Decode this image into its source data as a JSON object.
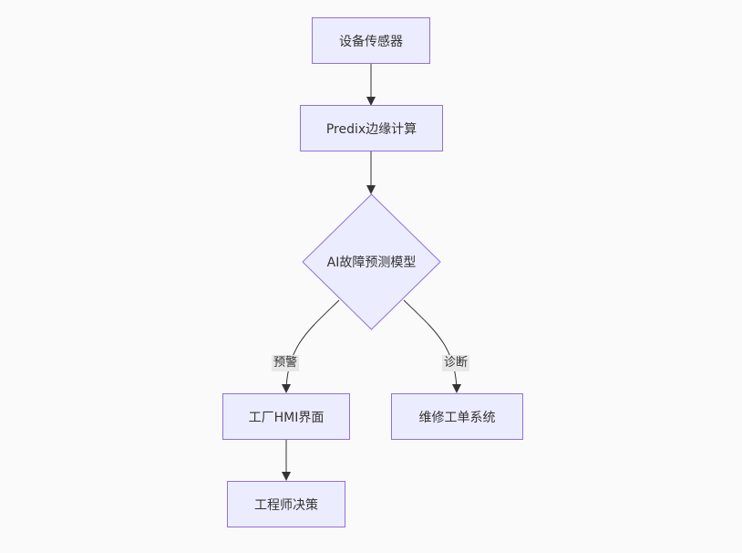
{
  "nodes": {
    "sensor": "设备传感器",
    "edge": "Predix边缘计算",
    "model": "AI故障预测模型",
    "hmi": "工厂HMI界面",
    "workorder": "维修工单系统",
    "engineer": "工程师决策"
  },
  "edge_labels": {
    "warning": "预警",
    "diagnosis": "诊断"
  },
  "colors": {
    "node_fill": "#ececff",
    "node_border": "#9370db",
    "edge_line": "#333333",
    "label_bg": "#e8e8e8"
  }
}
